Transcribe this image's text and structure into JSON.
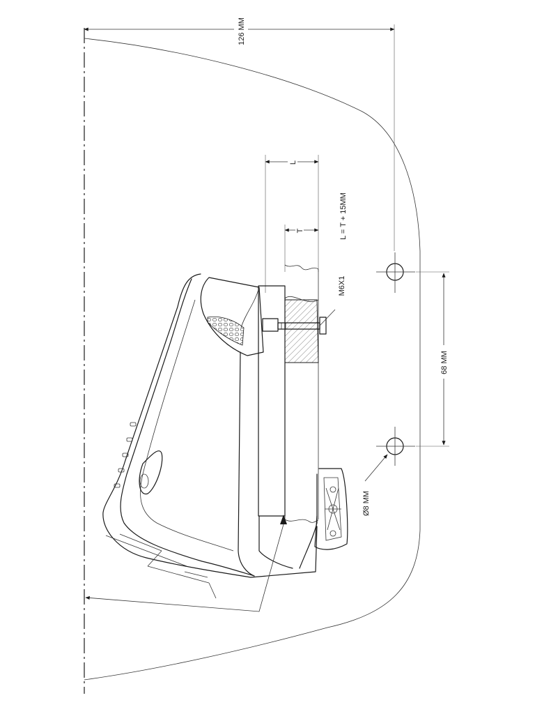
{
  "labels": {
    "overall_width": "126 MM",
    "length_l": "L",
    "thickness_t": "T",
    "formula": "L = T + 15MM",
    "bolt": "M6X1",
    "hole_spacing": "68 MM",
    "hole_diameter": "Ø8 MM"
  }
}
